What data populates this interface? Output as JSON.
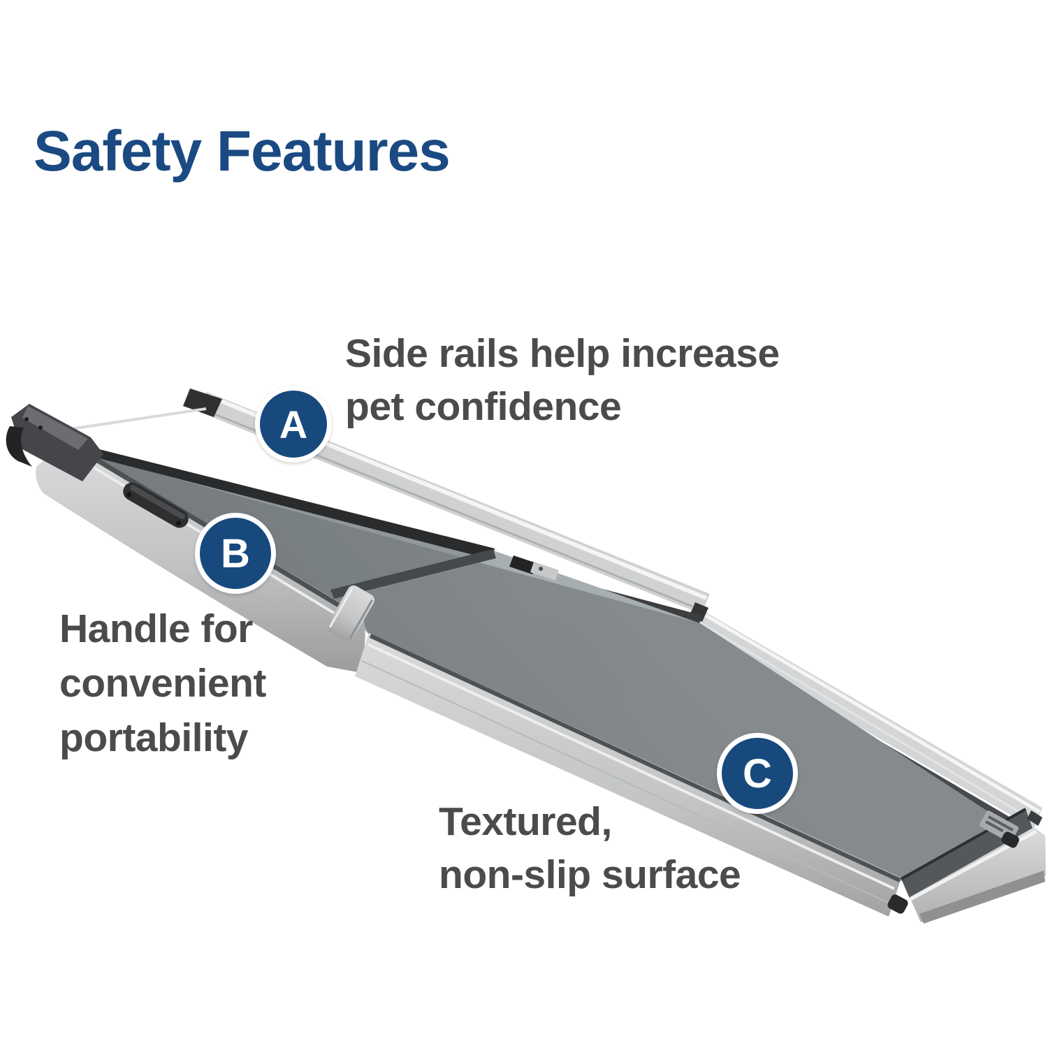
{
  "title": "Safety Features",
  "colors": {
    "title-blue": "#1b4a82",
    "badge-blue": "#17497d",
    "text-gray": "#4b4b4d",
    "background": "#ffffff"
  },
  "illustration": {
    "name": "telescoping-pet-ramp"
  },
  "annotations": [
    {
      "label": "A",
      "text_lines": [
        "Side rails help increase",
        "pet confidence"
      ]
    },
    {
      "label": "B",
      "text_lines": [
        "Handle for",
        "convenient",
        "portability"
      ]
    },
    {
      "label": "C",
      "text_lines": [
        "Textured,",
        "non-slip surface"
      ]
    }
  ]
}
